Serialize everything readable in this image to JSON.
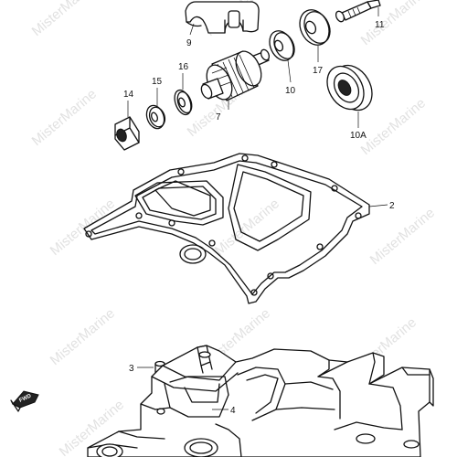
{
  "watermark": "MisterMarine",
  "callouts": {
    "c9": "9",
    "c11": "11",
    "c17": "17",
    "c10": "10",
    "c10a": "10A",
    "c14": "14",
    "c15": "15",
    "c16": "16",
    "c7": "7",
    "c2": "2",
    "c3": "3",
    "c4": "4"
  },
  "direction_badge": "FWD"
}
